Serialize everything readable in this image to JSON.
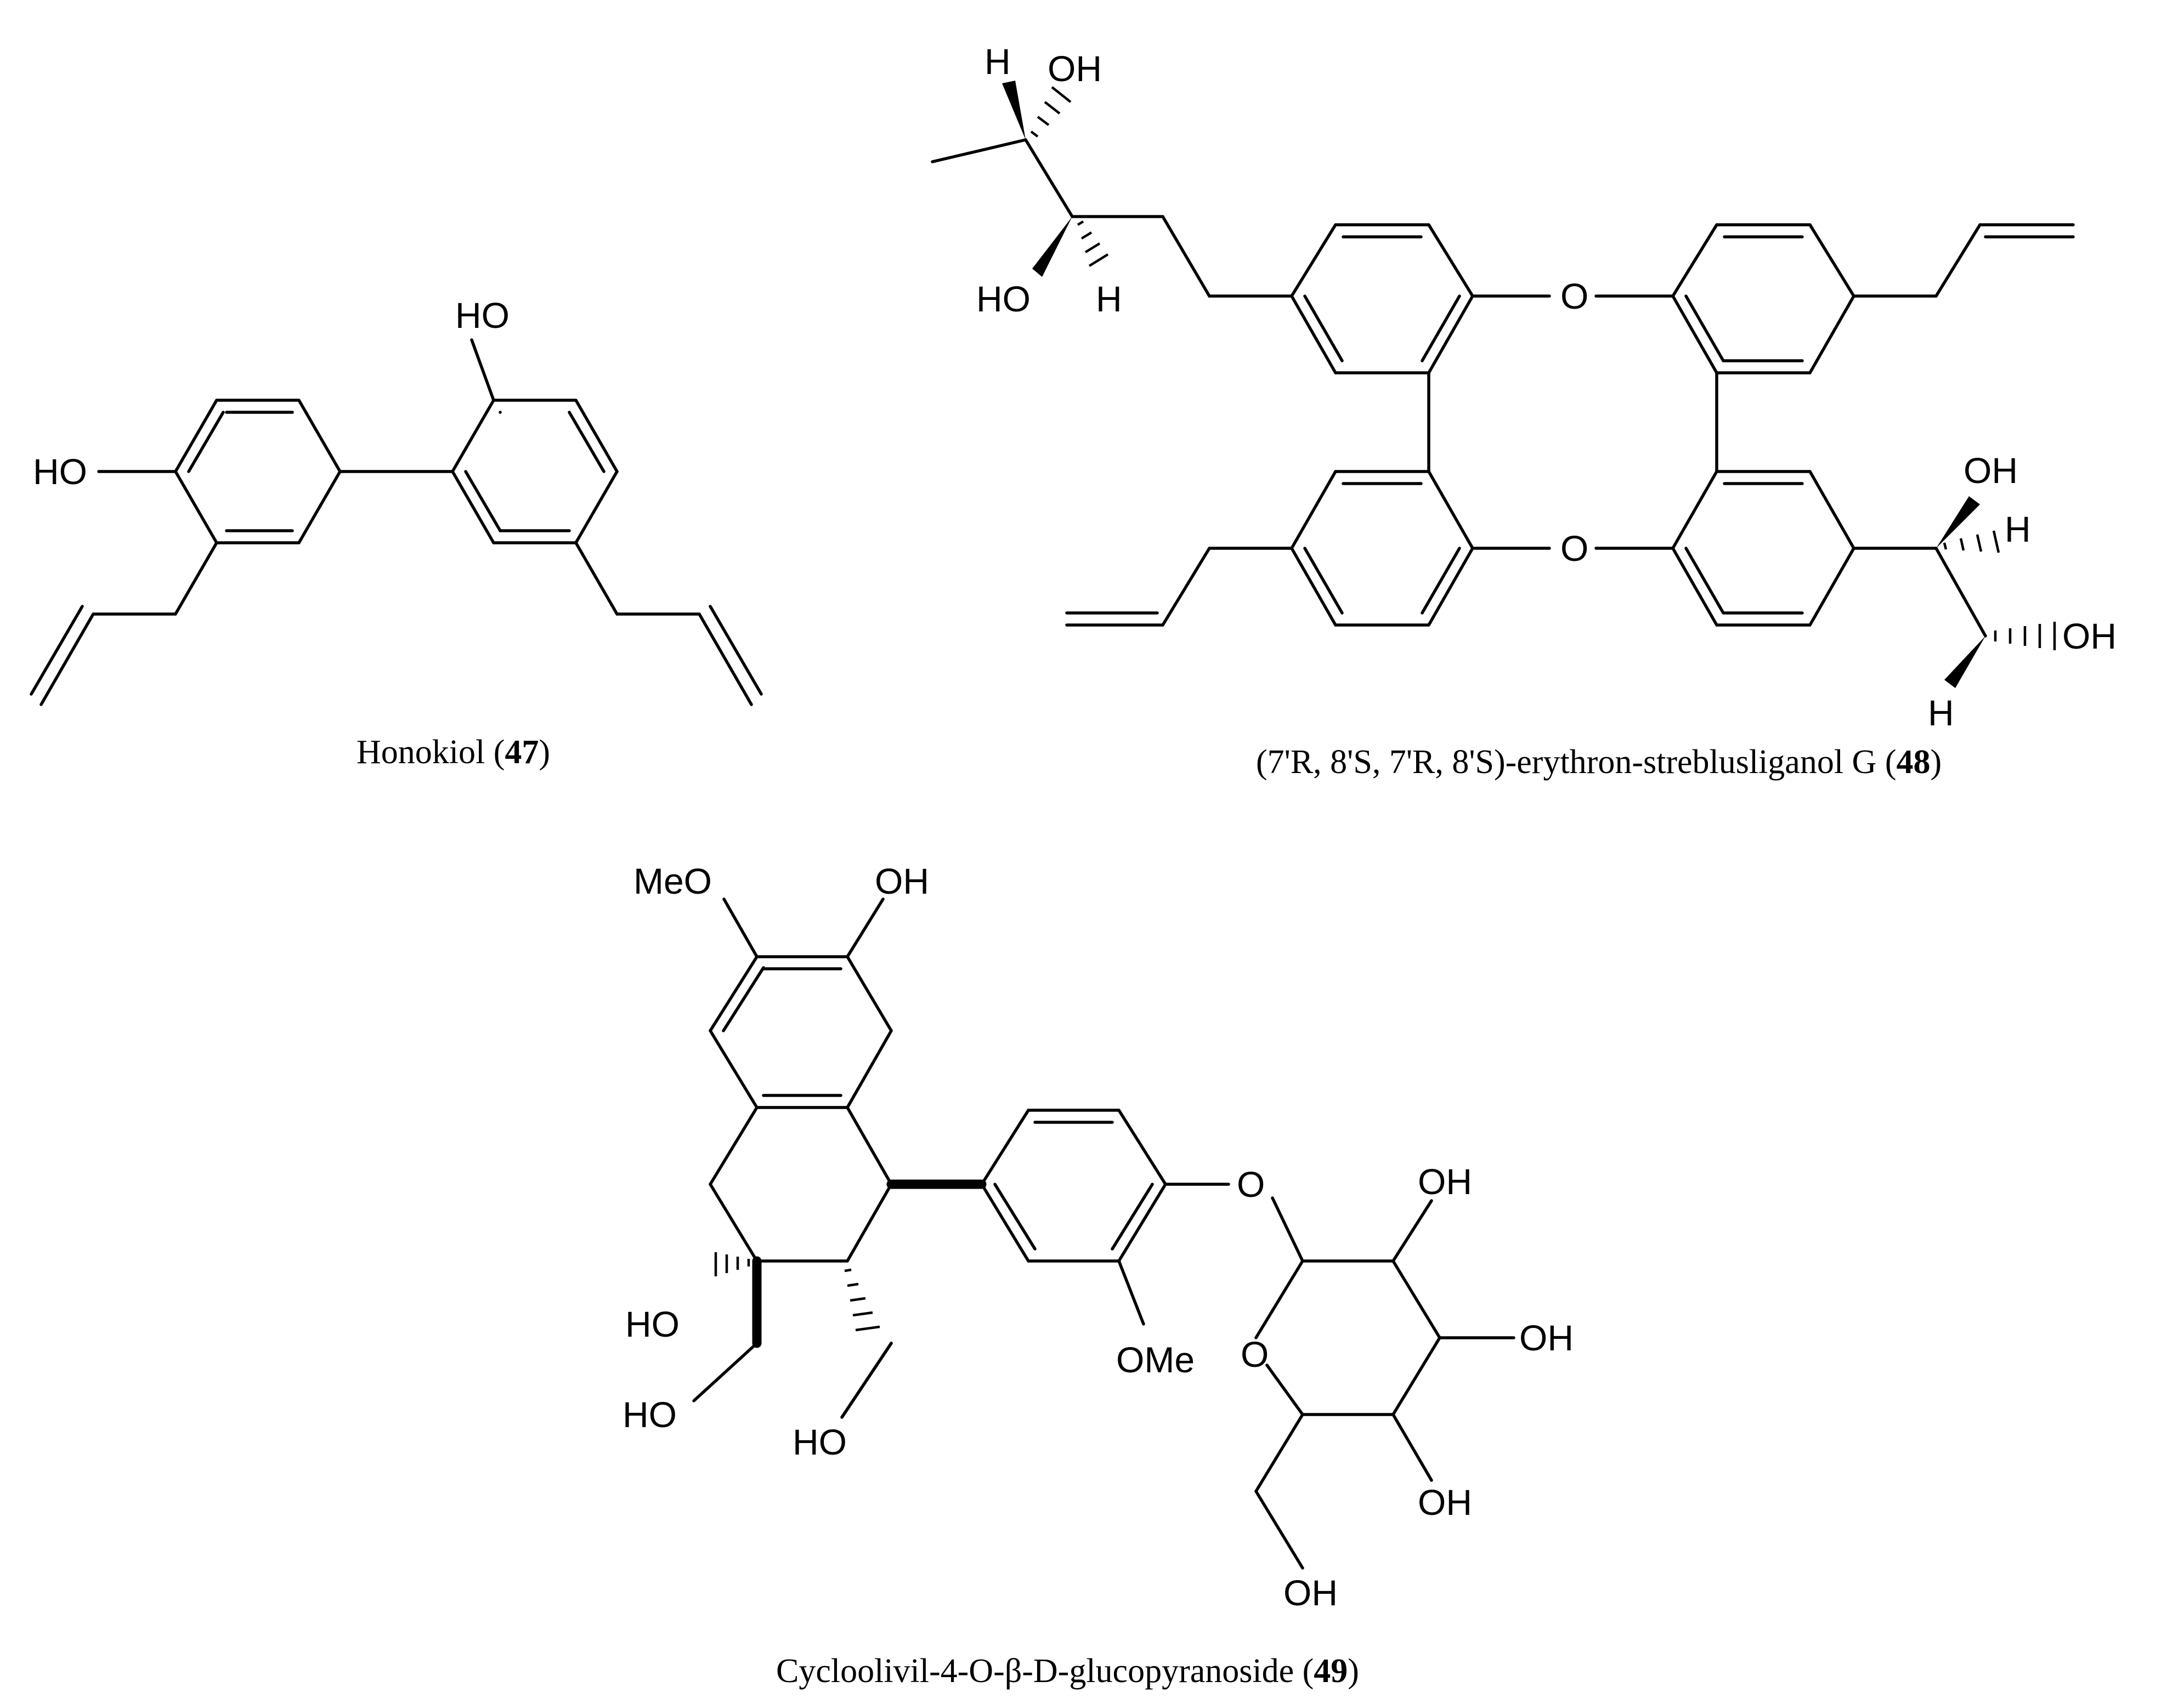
{
  "figure": {
    "compounds": [
      {
        "id": "honokiol",
        "caption_name": "Honokiol (",
        "caption_number": "47",
        "caption_close": ")",
        "atoms": {
          "oh_top": "HO",
          "oh_left": "HO"
        }
      },
      {
        "id": "streblus",
        "caption_name": "(7'R, 8'S, 7'R, 8'S)-erythron-streblusliganol G (",
        "caption_number": "48",
        "caption_close": ")",
        "atoms": {
          "h_top": "H",
          "oh_top": "OH",
          "ho_left": "HO",
          "h_left": "H",
          "o_upper": "O",
          "o_lower": "O",
          "oh_right1": "OH",
          "h_right1": "H",
          "oh_right2": "OH",
          "h_right2": "H"
        }
      },
      {
        "id": "cycloolivil",
        "caption_name": "Cycloolivil-4-O-β-D-glucopyranoside (",
        "caption_number": "49",
        "caption_close": ")",
        "atoms": {
          "meo_top": "MeO",
          "oh_top": "OH",
          "ho_c3": "HO",
          "ho_ch2a": "HO",
          "ho_ch2b": "HO",
          "ome": "OMe",
          "o_link": "O",
          "o_ring": "O",
          "oh_g2": "OH",
          "oh_g3": "OH",
          "oh_g4": "OH",
          "oh_g6": "OH"
        }
      }
    ]
  }
}
